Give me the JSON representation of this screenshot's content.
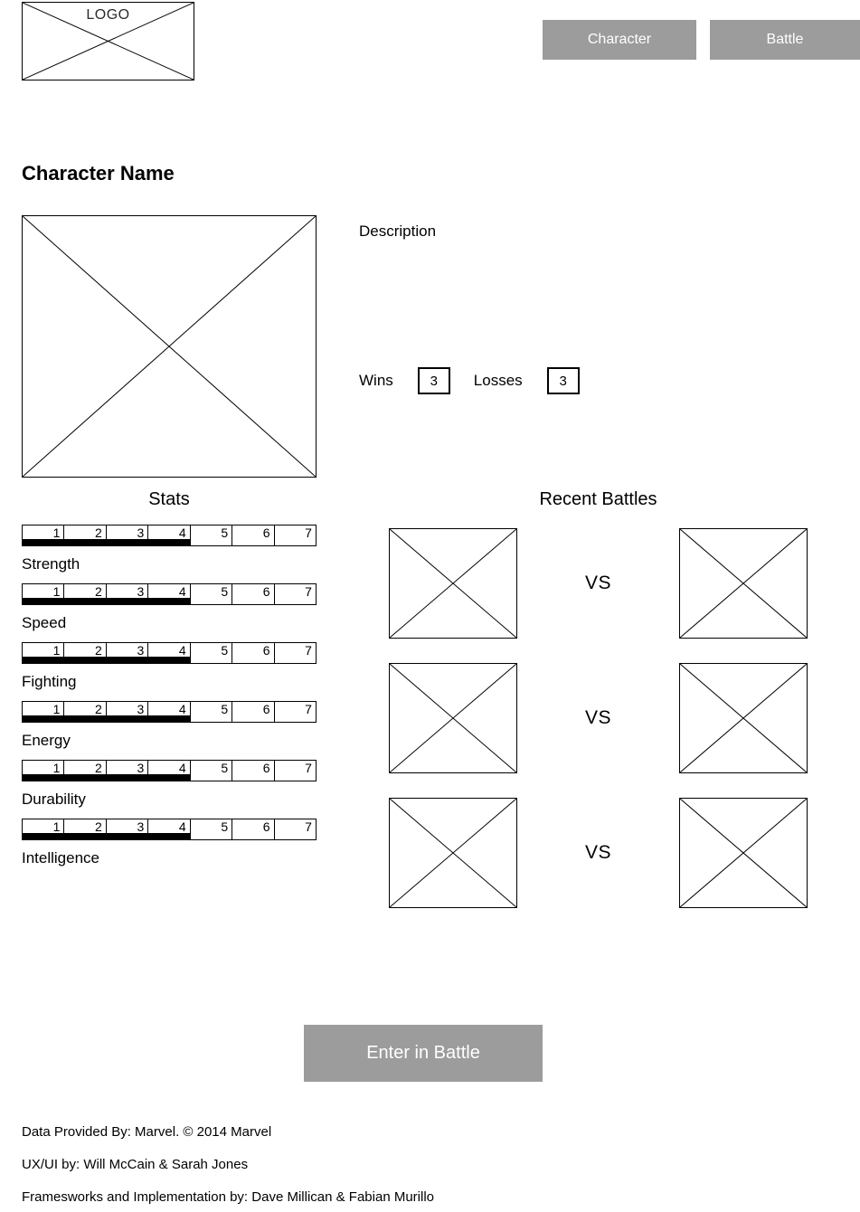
{
  "nav": {
    "logo": "LOGO",
    "items": [
      {
        "label": "Character"
      },
      {
        "label": "Battle"
      }
    ]
  },
  "character": {
    "name": "Character Name",
    "description_label": "Description",
    "wins_label": "Wins",
    "wins_value": "3",
    "losses_label": "Losses",
    "losses_value": "3"
  },
  "stats": {
    "title": "Stats",
    "scale": [
      "1",
      "2",
      "3",
      "4",
      "5",
      "6",
      "7"
    ],
    "max": 7,
    "items": [
      {
        "label": "Strength",
        "value": 4
      },
      {
        "label": "Speed",
        "value": 4
      },
      {
        "label": "Fighting",
        "value": 4
      },
      {
        "label": "Energy",
        "value": 4
      },
      {
        "label": "Durability",
        "value": 4
      },
      {
        "label": "Intelligence",
        "value": 4
      }
    ]
  },
  "battles": {
    "title": "Recent Battles",
    "vs_label": "VS",
    "rows": 3
  },
  "actions": {
    "enter_battle": "Enter in Battle"
  },
  "footer": {
    "lines": [
      "Data Provided By: Marvel. © 2014 Marvel",
      "UX/UI by: Will McCain & Sarah Jones",
      "Framesworks and Implementation by: Dave Millican & Fabian Murillo"
    ]
  },
  "colors": {
    "button_gray": "#9c9c9c",
    "bar_fill": "#000000"
  }
}
